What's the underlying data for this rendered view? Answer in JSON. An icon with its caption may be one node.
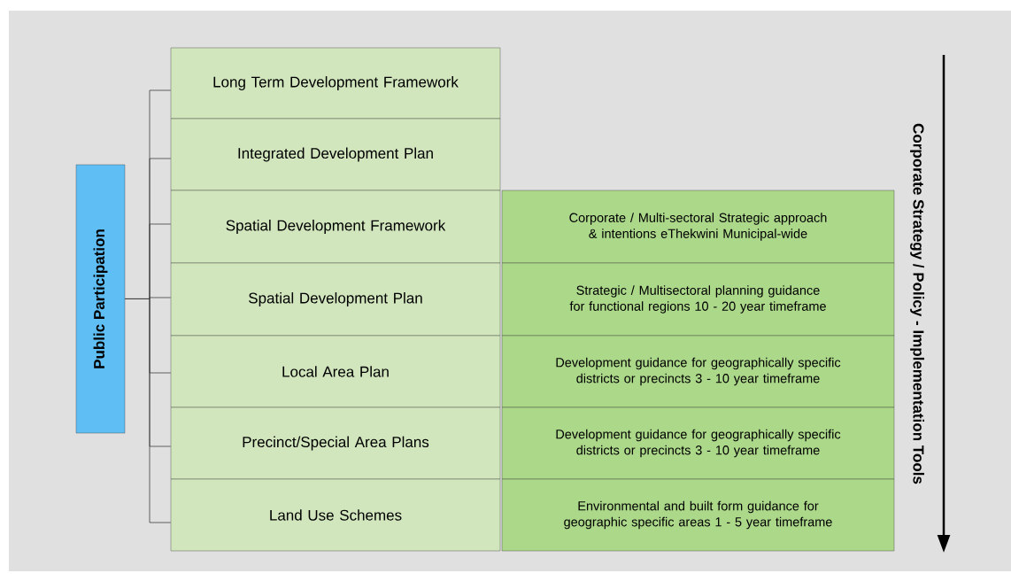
{
  "diagram": {
    "nodes": [
      {
        "text": [
          "Public Participation"
        ]
      },
      {
        "text": [
          "Long Term Development Framework"
        ]
      },
      {
        "text": [
          "Integrated Development Plan"
        ]
      },
      {
        "text": [
          "Spatial Development Framework"
        ]
      },
      {
        "text": [
          "Spatial Development Plan"
        ]
      },
      {
        "text": [
          "Local Area Plan"
        ]
      },
      {
        "text": [
          "Precinct/Special Area Plans"
        ]
      },
      {
        "text": [
          "Land Use Schemes"
        ]
      },
      {
        "text": [
          "Corporate / Multi-sectoral Strategic approach & intentions eThekwini Municipal-wide"
        ]
      },
      {
        "text": [
          "Strategic / Multisectoral planning guidance for functional regions 10 - 20 year timeframe"
        ]
      },
      {
        "text": [
          "Development guidance for geographically specific districts or precincts 3 - 10 year timeframe"
        ]
      },
      {
        "text": [
          "Development guidance for geographically specific districts or precincts 3 - 10 year timeframe"
        ]
      },
      {
        "text": [
          "Environmental and built form guidance for geographic specific areas 1 - 5 year timeframe"
        ]
      }
    ],
    "edges": [
      {
        "from": 0,
        "to": 1,
        "arrow": "none"
      },
      {
        "from": 0,
        "to": 2,
        "arrow": "none"
      },
      {
        "from": 0,
        "to": 3,
        "arrow": "none"
      },
      {
        "from": 0,
        "to": 4,
        "arrow": "none"
      },
      {
        "from": 0,
        "to": 5,
        "arrow": "none"
      },
      {
        "from": 0,
        "to": 6,
        "arrow": "none"
      },
      {
        "from": 0,
        "to": 7,
        "arrow": "none"
      }
    ],
    "labels": [
      "Corporate Strategy / Policy - Implementation Tools"
    ]
  }
}
